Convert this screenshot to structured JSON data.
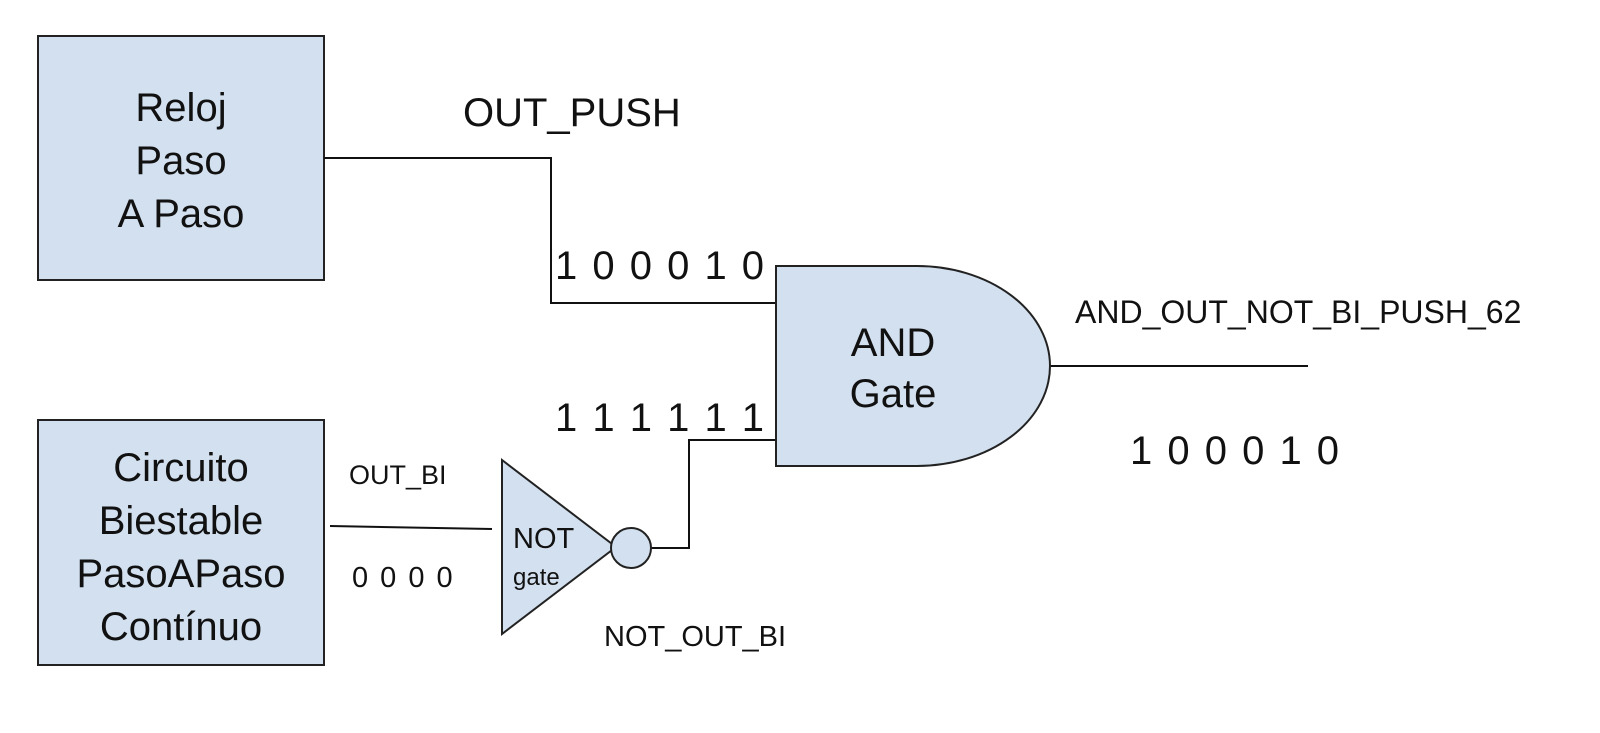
{
  "blocks": {
    "clock": {
      "lines": [
        "Reloj",
        "Paso",
        "A Paso"
      ]
    },
    "bistable": {
      "lines": [
        "Circuito",
        "Biestable",
        "PasoAPaso",
        "Contínuo"
      ]
    }
  },
  "gates": {
    "and": {
      "lines": [
        "AND",
        "Gate"
      ]
    },
    "not": {
      "line1": "NOT",
      "line2": "gate"
    }
  },
  "signals": {
    "out_push": "OUT_PUSH",
    "out_push_value": "1 0 0 0 1 0",
    "out_bi": "OUT_BI",
    "out_bi_value": "0 0 0 0",
    "not_out_bi": "NOT_OUT_BI",
    "not_out_bi_value": "1 1 1 1 1 1",
    "and_out": "AND_OUT_NOT_BI_PUSH_62",
    "and_out_value": "1 0 0 0 1 0"
  },
  "colors": {
    "fill": "#d3e0ef",
    "stroke": "#222222"
  }
}
